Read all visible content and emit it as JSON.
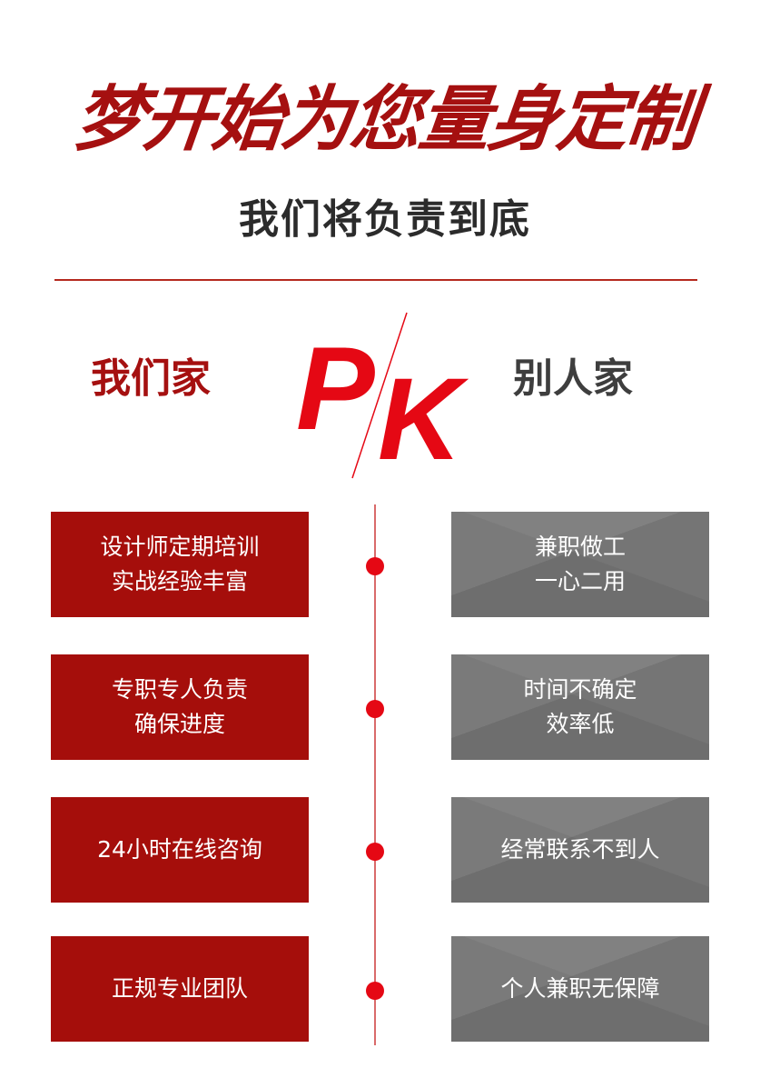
{
  "header": {
    "title": "梦开始为您量身定制",
    "subtitle": "我们将负责到底"
  },
  "compare": {
    "ours_label": "我们家",
    "theirs_label": "别人家",
    "pk_p": "P",
    "pk_k": "K"
  },
  "rows": [
    {
      "ours": [
        "设计师定期培训",
        "实战经验丰富"
      ],
      "theirs": [
        "兼职做工",
        "一心二用"
      ]
    },
    {
      "ours": [
        "专职专人负责",
        "确保进度"
      ],
      "theirs": [
        "时间不确定",
        "效率低"
      ]
    },
    {
      "ours": [
        "24小时在线咨询"
      ],
      "theirs": [
        "经常联系不到人"
      ]
    },
    {
      "ours": [
        "正规专业团队"
      ],
      "theirs": [
        "个人兼职无保障"
      ]
    }
  ],
  "colors": {
    "brand_red": "#a51010",
    "accent_red": "#e50814",
    "grey_card": "#747474"
  }
}
